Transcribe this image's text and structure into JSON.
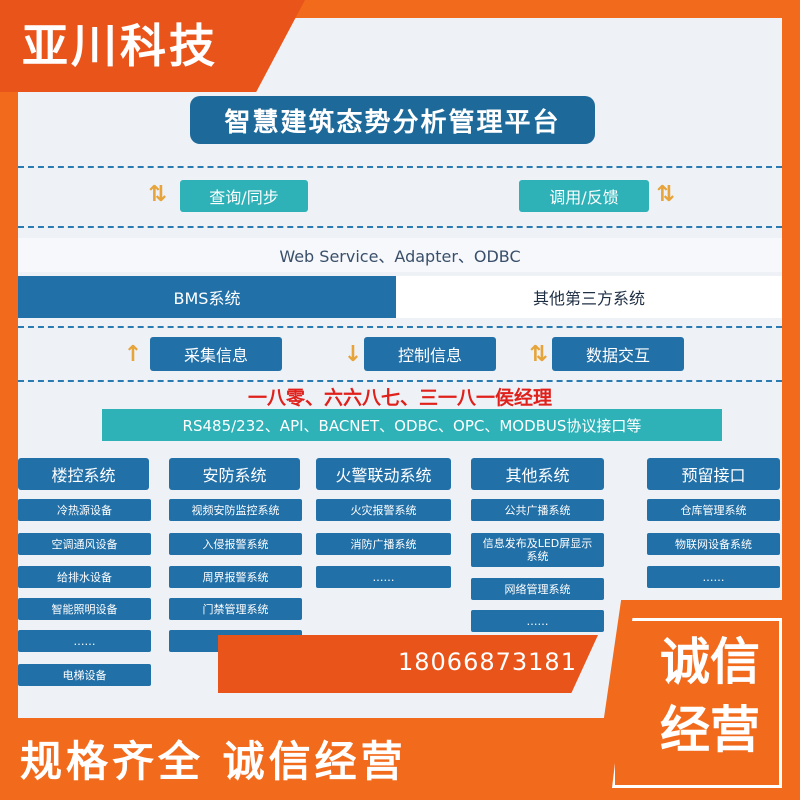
{
  "brand": "亚川科技",
  "title": "智慧建筑态势分析管理平台",
  "top_links": {
    "left": "查询/同步",
    "right": "调用/反馈"
  },
  "arrows": {
    "updown": "⇅",
    "up": "↑",
    "down": "↓"
  },
  "interface_line": "Web Service、Adapter、ODBC",
  "bms": "BMS系统",
  "third_party": "其他第三方系统",
  "mid_buttons": [
    "采集信息",
    "控制信息",
    "数据交互"
  ],
  "overlay_text": "一八零、六六八七、三一八一侯经理",
  "protocols": "RS485/232、API、BACNET、ODBC、OPC、MODBUS协议接口等",
  "columns": [
    {
      "title": "楼控系统",
      "items": [
        "冷热源设备",
        "空调通风设备",
        "给排水设备",
        "智能照明设备",
        "……",
        "电梯设备"
      ]
    },
    {
      "title": "安防系统",
      "items": [
        "视频安防监控系统",
        "入侵报警系统",
        "周界报警系统",
        "门禁管理系统",
        ""
      ]
    },
    {
      "title": "火警联动系统",
      "items": [
        "火灾报警系统",
        "消防广播系统",
        "……"
      ]
    },
    {
      "title": "其他系统",
      "items": [
        "公共广播系统",
        "信息发布及LED屏显示系统",
        "网络管理系统",
        "……"
      ]
    },
    {
      "title": "预留接口",
      "items": [
        "仓库管理系统",
        "物联网设备系统",
        "……"
      ]
    }
  ],
  "phone": "18066873181",
  "slogan": "规格齐全  诚信经营",
  "corner": "诚信经营",
  "colors": {
    "orange": "#f26a1b",
    "blue": "#2270a8",
    "teal": "#2eb2b8",
    "navy": "#1d6a9a",
    "red": "#e0201b"
  }
}
